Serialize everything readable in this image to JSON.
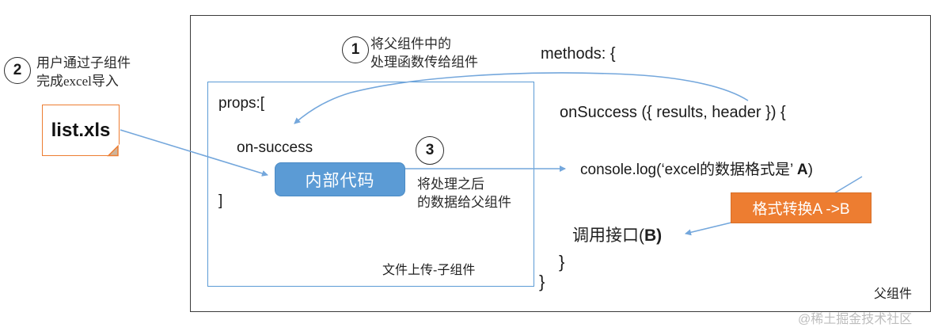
{
  "annotations": {
    "step1": {
      "number": "1",
      "line1": "将父组件中的",
      "line2": "处理函数传给组件"
    },
    "step2": {
      "number": "2",
      "line1": "用户通过子组件",
      "line2": "完成excel导入"
    },
    "step3": {
      "number": "3",
      "line1": "将处理之后",
      "line2": "的数据给父组件"
    }
  },
  "file_box": {
    "label": "list.xls"
  },
  "child_component": {
    "props_open": "props:[",
    "prop_name": "on-success",
    "props_close": "]",
    "inner_code_label": "内部代码",
    "caption": "文件上传-子组件"
  },
  "parent_component": {
    "methods_open": "methods: {",
    "on_success_line": "onSuccess ({ results, header }) {",
    "console_prefix": "console.log(‘excel的数据格式是’ ",
    "console_bold": "A",
    "console_suffix": ")",
    "call_api_prefix": "调用接口(",
    "call_api_bold": "B",
    "call_api_suffix": ")",
    "close_inner_brace": "}",
    "close_outer_brace": "}",
    "transform_label": "格式转换A ->B",
    "caption": "父组件"
  },
  "watermark": "@稀土掘金技术社区",
  "colors": {
    "accent_blue": "#5B9BD5",
    "arrow_blue": "#74A7DC",
    "accent_orange": "#ED7D31",
    "watermark_gray": "#BDBDBD"
  }
}
